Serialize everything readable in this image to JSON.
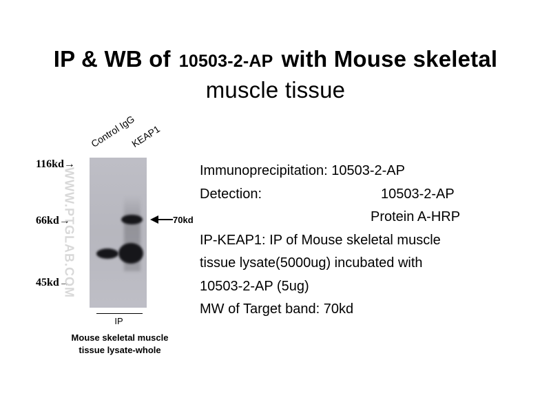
{
  "title": {
    "line1_pre": "IP & WB of",
    "line1_code": "10503-2-AP",
    "line1_post": "with Mouse skeletal",
    "line2": "muscle tissue"
  },
  "blot": {
    "lanes": [
      "Control IgG",
      "KEAP1"
    ],
    "markers": [
      "116kd→",
      "66kd→",
      "45kd→"
    ],
    "target_label": "70kd",
    "watermark": "WWW.PTGLAB.COM",
    "ip_label": "IP",
    "caption_line1": "Mouse skeletal muscle",
    "caption_line2": "tissue lysate-whole"
  },
  "info": {
    "ip_line": "Immunoprecipitation: 10503-2-AP",
    "detection_label": "Detection:",
    "detection_value": "10503-2-AP",
    "detection_value2": "Protein A-HRP",
    "desc_line1": "IP-KEAP1: IP of Mouse skeletal muscle",
    "desc_line2": "tissue  lysate(5000ug) incubated with",
    "desc_line3": "10503-2-AP (5ug)",
    "mw_line": "MW of Target band:  70kd"
  }
}
